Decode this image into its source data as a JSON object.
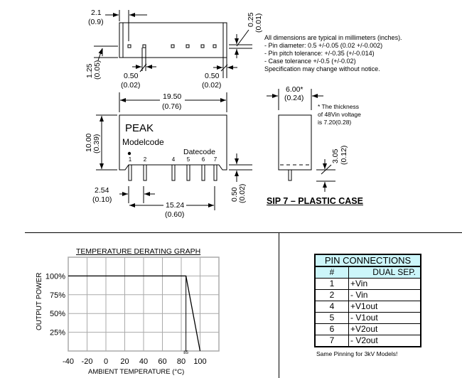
{
  "drawing": {
    "dim_pin_offset": [
      "2.1",
      "(0.9)"
    ],
    "dim_pin_height": [
      "0.25",
      "(0.01)"
    ],
    "dim_pin_row": [
      "1.25",
      "(0.05)"
    ],
    "dim_pin_width_left": [
      "0.50",
      "(0.02)"
    ],
    "dim_pin_width_right": [
      "0.50",
      "(0.02)"
    ],
    "dim_length": [
      "19.50",
      "(0.76)"
    ],
    "dim_height": [
      "10.00",
      "(0.39)"
    ],
    "dim_pitch": [
      "2.54",
      "(0.10)"
    ],
    "dim_span": [
      "15.24",
      "(0.60)"
    ],
    "dim_standoff": [
      "0.50",
      "(0.02)"
    ],
    "dim_thickness": [
      "6.00*",
      "(0.24)"
    ],
    "dim_pin_length": [
      "3.05",
      "(0.12)"
    ],
    "logo": "PEAK",
    "modelcode": "Modelcode",
    "datecode": "Datecode",
    "pin_numbers": [
      "1",
      "2",
      "4",
      "5",
      "6",
      "7"
    ],
    "thickness_note": [
      "* The thickness",
      "of 48Vin voltage",
      "is 7.20(0.28)"
    ],
    "case_title": "SIP 7 – PLASTIC CASE"
  },
  "notes": [
    "All dimensions are typical in millimeters (inches).",
    "- Pin diameter: 0.5 +/-0.05 (0.02 +/-0.002)",
    "- Pin pitch tolerance: +/-0.35 (+/-0.014)",
    "- Case tolerance +/-0.5 (+/-0.02)",
    "Specification may change without notice."
  ],
  "pin_connections": {
    "title": "PIN CONNECTIONS",
    "headers": [
      "#",
      "DUAL SEP."
    ],
    "rows": [
      [
        "1",
        "+Vin"
      ],
      [
        "2",
        "- Vin"
      ],
      [
        "4",
        "+V1out"
      ],
      [
        "5",
        "- V1out"
      ],
      [
        "6",
        "+V2out"
      ],
      [
        "7",
        "- V2out"
      ]
    ],
    "footnote": "Same Pinning for 3kV Models!"
  },
  "chart_data": {
    "type": "line",
    "title": "TEMPERATURE DERATING GRAPH",
    "xlabel": "AMBIENT TEMPERATURE (°C)",
    "ylabel": "OUTPUT POWER",
    "xlim": [
      -40,
      120
    ],
    "ylim": [
      0,
      125
    ],
    "xticks": [
      "-40",
      "-20",
      "0",
      "20",
      "40",
      "60",
      "80",
      "100"
    ],
    "xtick_values": [
      -40,
      -20,
      0,
      20,
      40,
      60,
      80,
      100
    ],
    "yticks": [
      "100%",
      "75%",
      "50%",
      "25%"
    ],
    "ytick_values": [
      100,
      75,
      50,
      25
    ],
    "grid": true,
    "series": [
      {
        "name": "derating",
        "x": [
          -40,
          85,
          100
        ],
        "y": [
          100,
          100,
          0
        ]
      }
    ],
    "annotation": {
      "text": "85",
      "x": 85
    }
  }
}
